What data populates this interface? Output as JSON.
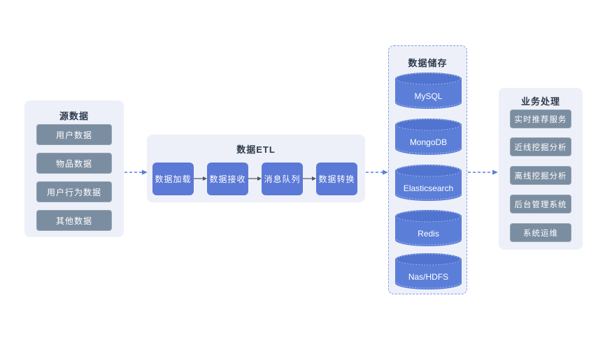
{
  "diagram": {
    "colors": {
      "background": "#ffffff",
      "panel_bg": "#edf0f9",
      "panel_dashed_border": "#7f9ee9",
      "gray_box": "#7b8da0",
      "gray_box_border": "#93a3b3",
      "blue_box": "#5b79d6",
      "cylinder_top": "#5174d0",
      "cylinder_body": "#5b7ed8",
      "cylinder_dots": "#a8bcec",
      "title_text": "#2f3b4c",
      "box_text": "#ffffff",
      "dashed_arrow": "#5b7ed8",
      "solid_arrow": "#4a5560"
    },
    "icons": {
      "dashed_flow_arrow": "⇢",
      "solid_flow_arrow": "→"
    },
    "panels": {
      "source": {
        "title": "源数据",
        "items": [
          "用户数据",
          "物品数据",
          "用户行为数据",
          "其他数据"
        ]
      },
      "etl": {
        "title": "数据ETL",
        "steps": [
          "数据加载",
          "数据接收",
          "消息队列",
          "数据转换"
        ]
      },
      "storage": {
        "title": "数据储存",
        "items": [
          "MySQL",
          "MongoDB",
          "Elasticsearch",
          "Redis",
          "Nas/HDFS"
        ]
      },
      "business": {
        "title": "业务处理",
        "items": [
          "实时推荐服务",
          "近线挖掘分析",
          "离线挖掘分析",
          "后台管理系统",
          "系统运维"
        ]
      }
    }
  }
}
